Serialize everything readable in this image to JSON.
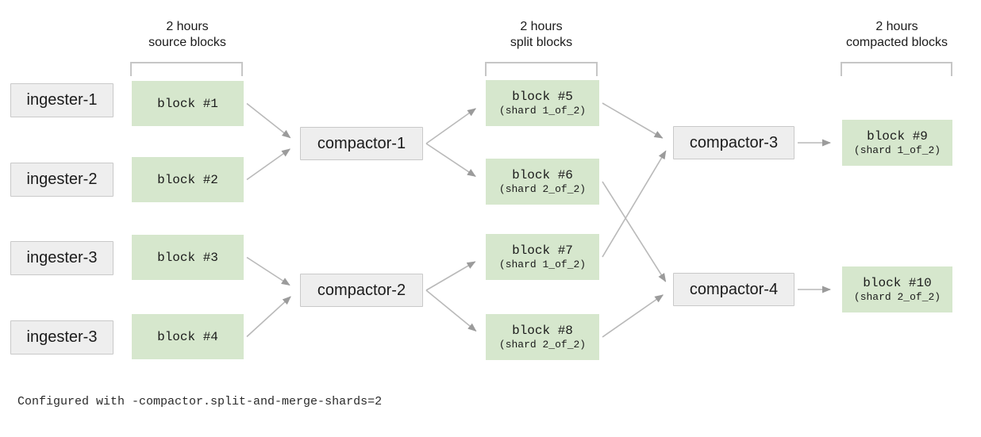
{
  "headers": {
    "source": {
      "line1": "2 hours",
      "line2": "source blocks"
    },
    "split": {
      "line1": "2 hours",
      "line2": "split blocks"
    },
    "compacted": {
      "line1": "2 hours",
      "line2": "compacted blocks"
    }
  },
  "ingesters": [
    {
      "label": "ingester-1"
    },
    {
      "label": "ingester-2"
    },
    {
      "label": "ingester-3"
    },
    {
      "label": "ingester-3"
    }
  ],
  "source_blocks": [
    {
      "label": "block #1"
    },
    {
      "label": "block #2"
    },
    {
      "label": "block #3"
    },
    {
      "label": "block #4"
    }
  ],
  "compactors": [
    {
      "label": "compactor-1"
    },
    {
      "label": "compactor-2"
    },
    {
      "label": "compactor-3"
    },
    {
      "label": "compactor-4"
    }
  ],
  "split_blocks": [
    {
      "label": "block #5",
      "shard": "(shard 1_of_2)"
    },
    {
      "label": "block #6",
      "shard": "(shard 2_of_2)"
    },
    {
      "label": "block #7",
      "shard": "(shard 1_of_2)"
    },
    {
      "label": "block #8",
      "shard": "(shard 2_of_2)"
    }
  ],
  "compacted_blocks": [
    {
      "label": "block #9",
      "shard": "(shard 1_of_2)"
    },
    {
      "label": "block #10",
      "shard": "(shard 2_of_2)"
    }
  ],
  "edges": [
    [
      "b1",
      "c1"
    ],
    [
      "b2",
      "c1"
    ],
    [
      "b3",
      "c2"
    ],
    [
      "b4",
      "c2"
    ],
    [
      "c1",
      "b5"
    ],
    [
      "c1",
      "b6"
    ],
    [
      "c2",
      "b7"
    ],
    [
      "c2",
      "b8"
    ],
    [
      "b5",
      "c3"
    ],
    [
      "b7",
      "c3"
    ],
    [
      "b6",
      "c4"
    ],
    [
      "b8",
      "c4"
    ],
    [
      "c3",
      "b9"
    ],
    [
      "c4",
      "b10"
    ]
  ],
  "footer": "Configured with -compactor.split-and-merge-shards=2",
  "colors": {
    "block_green": "#d6e7cd",
    "node_gray": "#eeeeee",
    "node_border": "#c9c9c9",
    "arrow_line": "#b9b9b9",
    "arrow_head": "#9b9b9b",
    "bracket": "#c6c6c6"
  }
}
